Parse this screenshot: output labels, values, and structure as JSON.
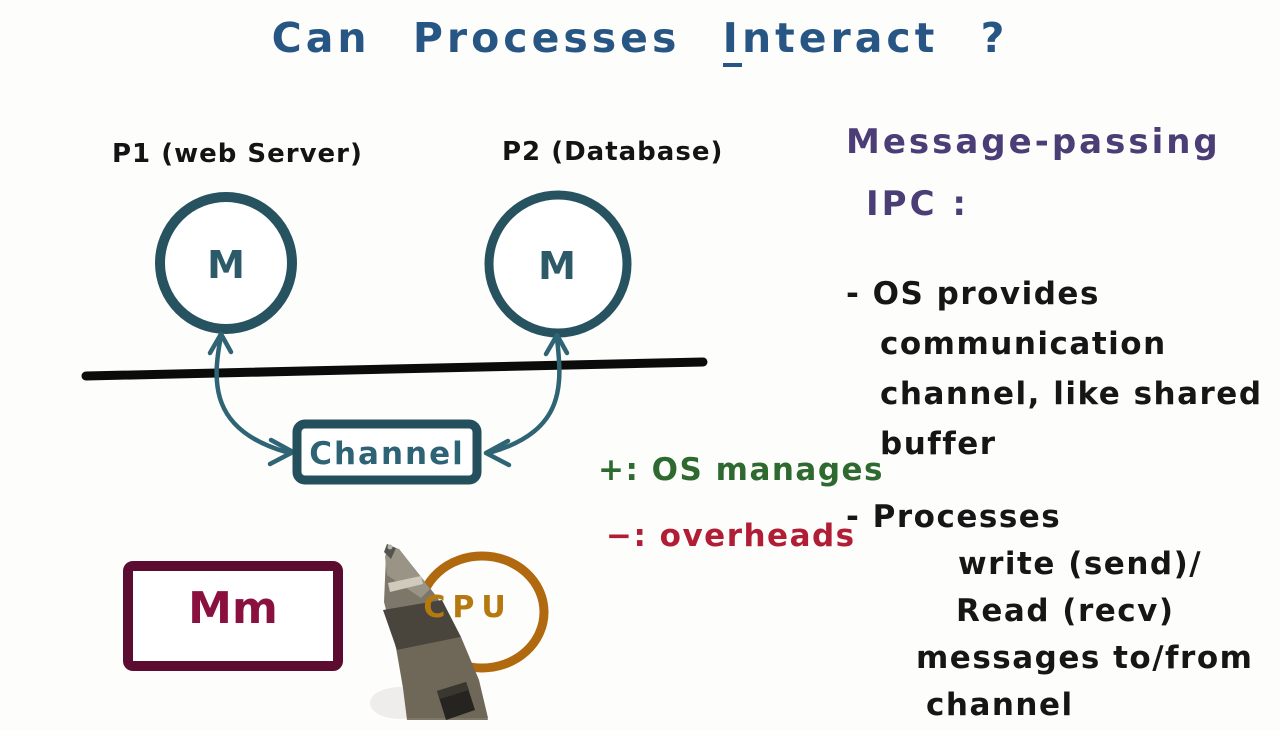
{
  "title": {
    "part1": "Can Processes ",
    "part2": "I",
    "part3": "nteract ?"
  },
  "diagram": {
    "p1_label": "P1 (web Server)",
    "p2_label": "P2 (Database)",
    "process1_letter": "M",
    "process2_letter": "M",
    "channel_label": "Channel",
    "memory_label": "Mm",
    "cpu_label": "CPU"
  },
  "tradeoffs": {
    "plus": "+: OS manages",
    "minus": "−: overheads"
  },
  "notes": {
    "heading1": "Message-passing",
    "heading2": "IPC :",
    "bullet1": [
      "- OS provides",
      "communication",
      "channel, like shared",
      "buffer"
    ],
    "bullet2": [
      "- Processes",
      "write (send)/",
      "Read (recv)",
      "messages to/from",
      "channel"
    ]
  },
  "colors": {
    "title_blue": "#285684",
    "diagram_teal": "#27525f",
    "arrow_teal": "#2e6474",
    "notes_purple": "#4b3d75",
    "plus_green": "#2e6a2f",
    "minus_red": "#b01d35",
    "memory_maroon": "#5c0c30",
    "memory_text": "#8a1040",
    "cpu_orange": "#b0690f",
    "ink_black": "#141414"
  }
}
